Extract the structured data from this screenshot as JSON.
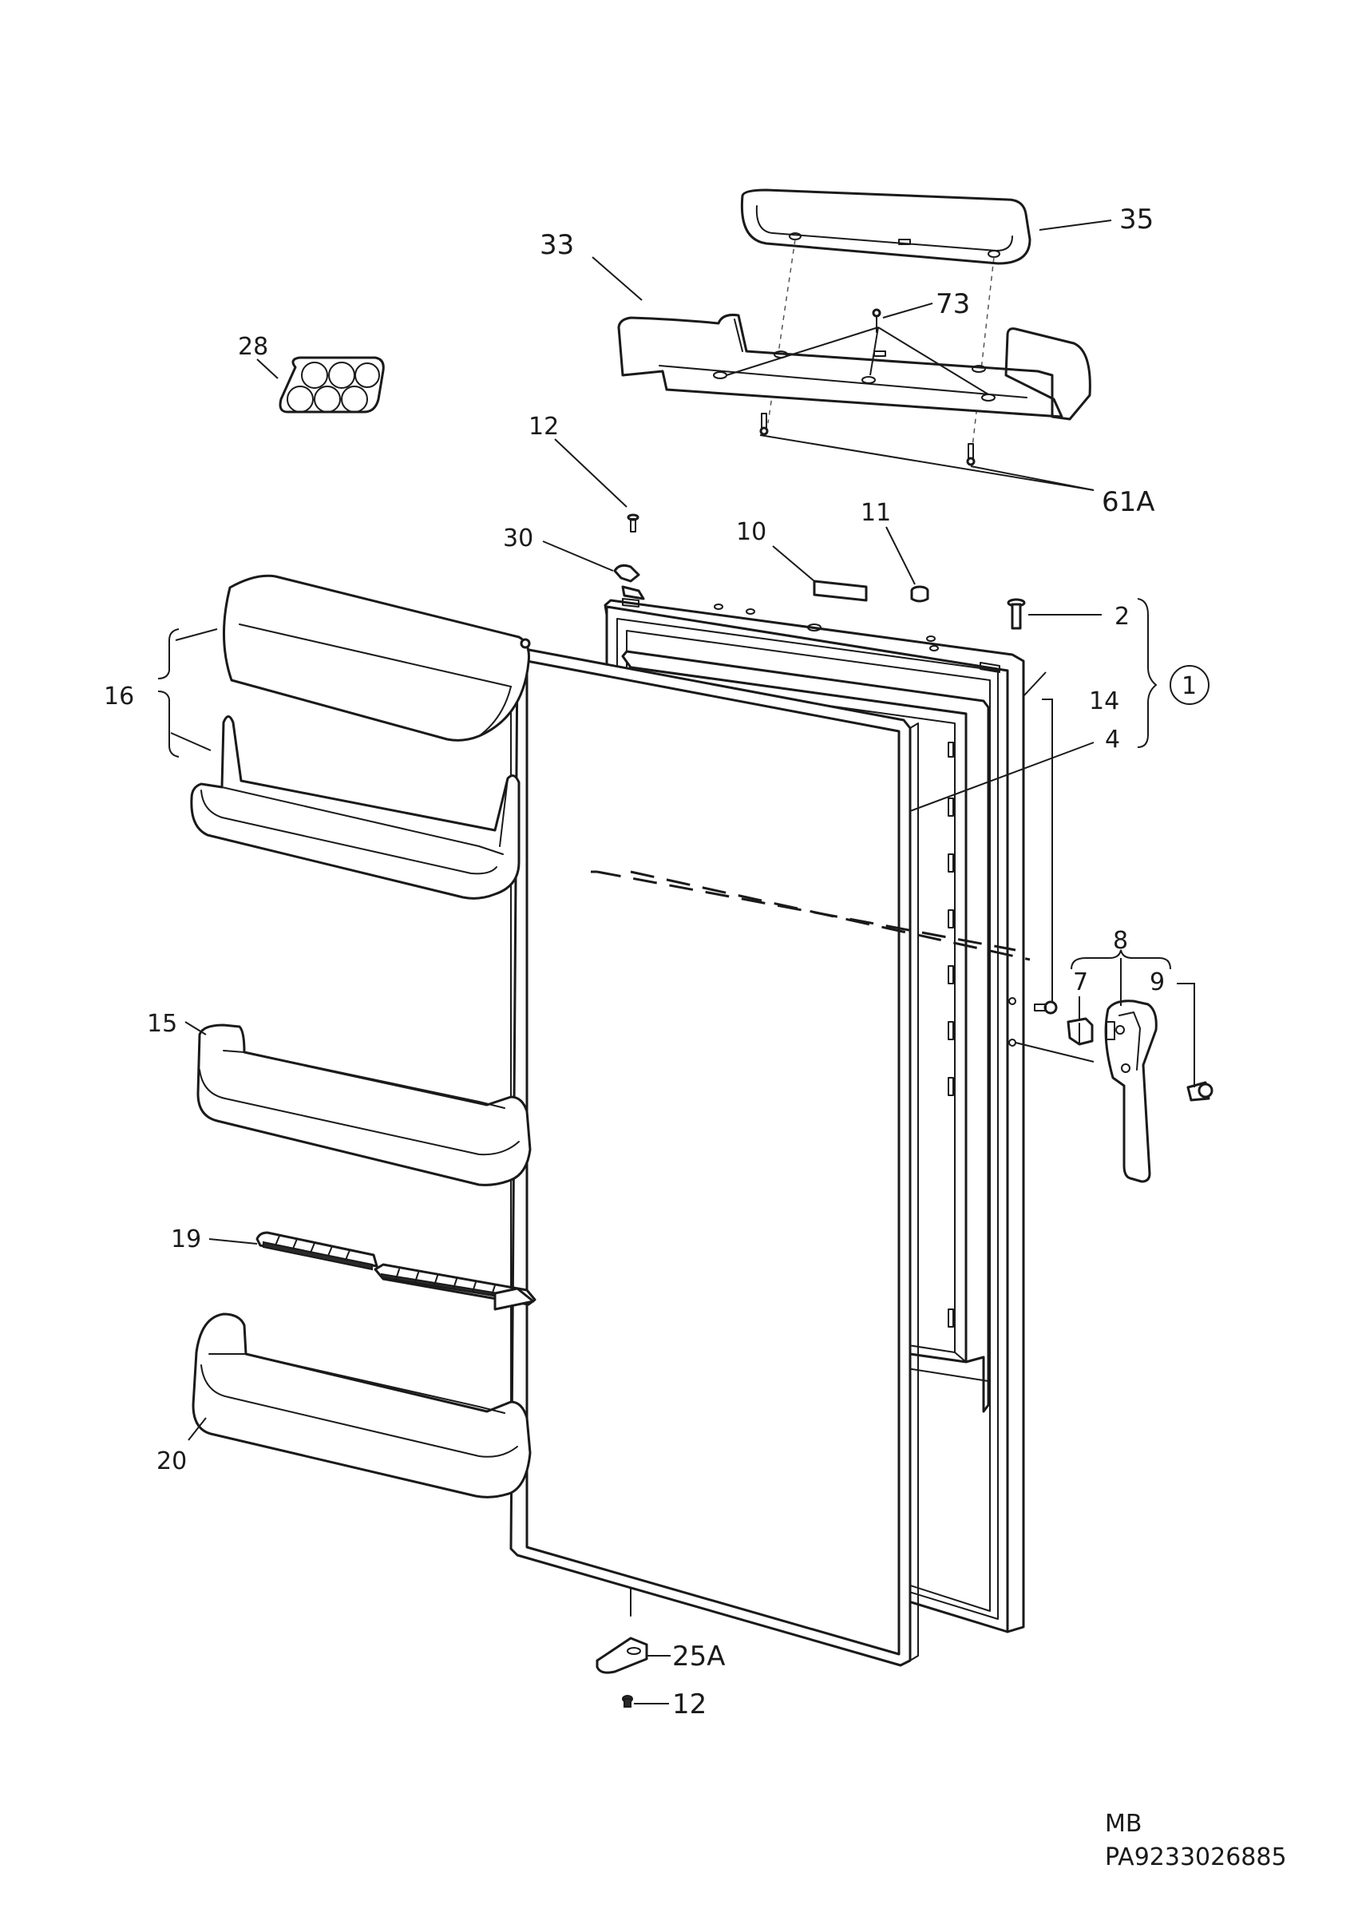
{
  "diagram": {
    "callouts": {
      "c35": "35",
      "c33": "33",
      "c73": "73",
      "c28": "28",
      "c12_top": "12",
      "c61a": "61A",
      "c30": "30",
      "c10": "10",
      "c11": "11",
      "c2": "2",
      "c1": "1",
      "c14": "14",
      "c4": "4",
      "c16": "16",
      "c8": "8",
      "c7": "7",
      "c9": "9",
      "c15": "15",
      "c19": "19",
      "c20": "20",
      "c25a": "25A",
      "c12_bottom": "12"
    },
    "footer": {
      "line1": "MB",
      "line2": "PA9233026885"
    }
  }
}
